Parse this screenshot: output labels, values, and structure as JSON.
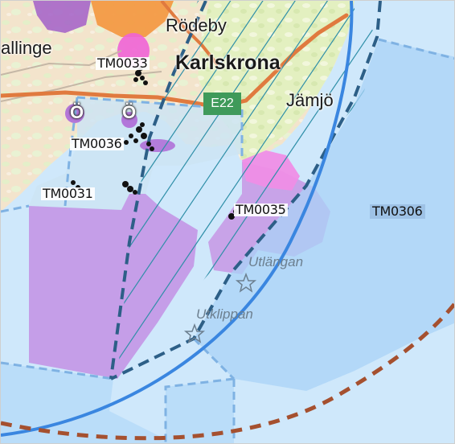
{
  "map": {
    "places": {
      "karlskrona": "Karlskrona",
      "rodeby": "Rödeby",
      "jamjo": "Jämjö",
      "nattraby_partial": "allinge"
    },
    "zones": {
      "tm0033": "TM0033",
      "tm0036": "TM0036",
      "tm0031": "TM0031",
      "tm0035": "TM0035",
      "tm0306": "TM0306"
    },
    "islands": {
      "utlangan": "Utlängan",
      "utklippan": "Utklippan"
    },
    "road": {
      "shield": "E22"
    },
    "markers": {
      "o1": "Ö",
      "o2": "Ö"
    },
    "colors": {
      "sea": "#cfe8fb",
      "land": "#f2e6d2",
      "urban": "#e8f1c4",
      "zone_fill": "#a9d3f7",
      "purple_area": "#c79be6",
      "magenta_area": "#ef8ee6",
      "blue_boundary": "#3a86e0",
      "dark_dashed": "#2d5f87",
      "light_dashed": "#7fb2e3",
      "brown_dashed": "#a5502f",
      "road_orange": "#e07a3f",
      "hatch_line": "#2f8fa8"
    }
  }
}
